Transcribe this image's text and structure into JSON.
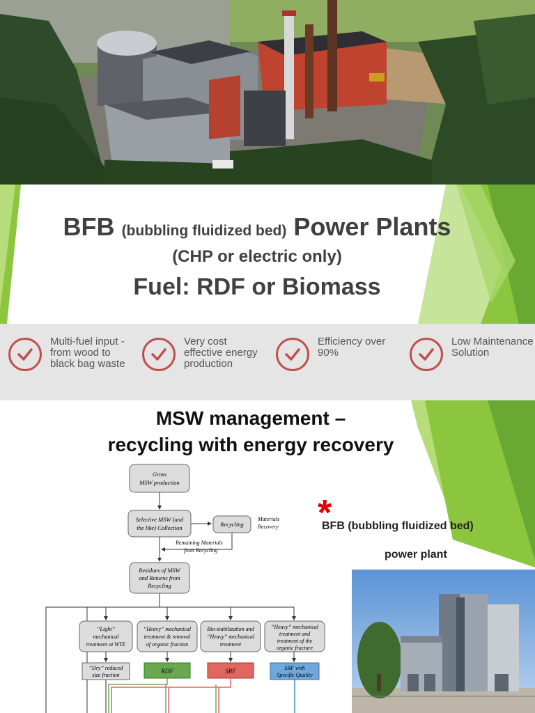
{
  "title_slide": {
    "line1_main": "BFB",
    "line1_sub": "(bubbling  fluidized bed)",
    "line1_end": "Power Plants",
    "line2": "(CHP or electric only)",
    "line3": "Fuel: RDF or Biomass"
  },
  "features": [
    {
      "icon": "check-circle-icon",
      "text": "Multi-fuel input - from wood to black bag waste"
    },
    {
      "icon": "check-circle-icon",
      "text": "Very cost effective energy production"
    },
    {
      "icon": "check-circle-icon",
      "text": "Efficiency over 90%"
    },
    {
      "icon": "check-circle-icon",
      "text": "Low Maintenance Solution"
    }
  ],
  "msw": {
    "title_line1": "MSW management –",
    "title_line2": "recycling with  energy recovery",
    "asterisk": "*",
    "caption_line1": "BFB (bubbling  fluidized bed)",
    "caption_line2": "power plant"
  },
  "flowchart": {
    "gross_line1": "Gross",
    "gross_line2": "MSW production",
    "collection_line1": "Selective MSW (and",
    "collection_line2": "the like) Collection",
    "recycling": "Recycling",
    "materials_line1": "Materials",
    "materials_line2": "Recovery",
    "remaining_line1": "Remaining Materials",
    "remaining_line2": "from Recycling",
    "residues_line1": "Residues of MSW",
    "residues_line2": "and Returns from",
    "residues_line3": "Recycling",
    "light_line1": "“Light”",
    "light_line2": "mechanical",
    "light_line3": "treatment at WTE",
    "heavy_line1": "“Heavy” mechanical",
    "heavy_line2": "treatment & removal",
    "heavy_line3": "of organic fraction",
    "bio_line1": "Bio-stabilization and",
    "bio_line2": "“Heavy” mechanical",
    "bio_line3": "treatment",
    "heavy2_line1": "“Heavy” mechanical",
    "heavy2_line2": "treatment and",
    "heavy2_line3": "treatment of the",
    "heavy2_line4": "organic fracture",
    "dry_line1": "“Dry” reduced",
    "dry_line2": "size fraction",
    "rdf": "RDF",
    "srf": "SRF",
    "srfq_line1": "SRF with",
    "srfq_line2": "Specific Quality"
  },
  "colors": {
    "accent_green": "#8cc63f",
    "check_red": "#c0504d",
    "rdf_green": "#6aa84f",
    "srf_red": "#e06660",
    "srfq_blue": "#6fa8dc",
    "box_gray": "#dcdcdc"
  }
}
